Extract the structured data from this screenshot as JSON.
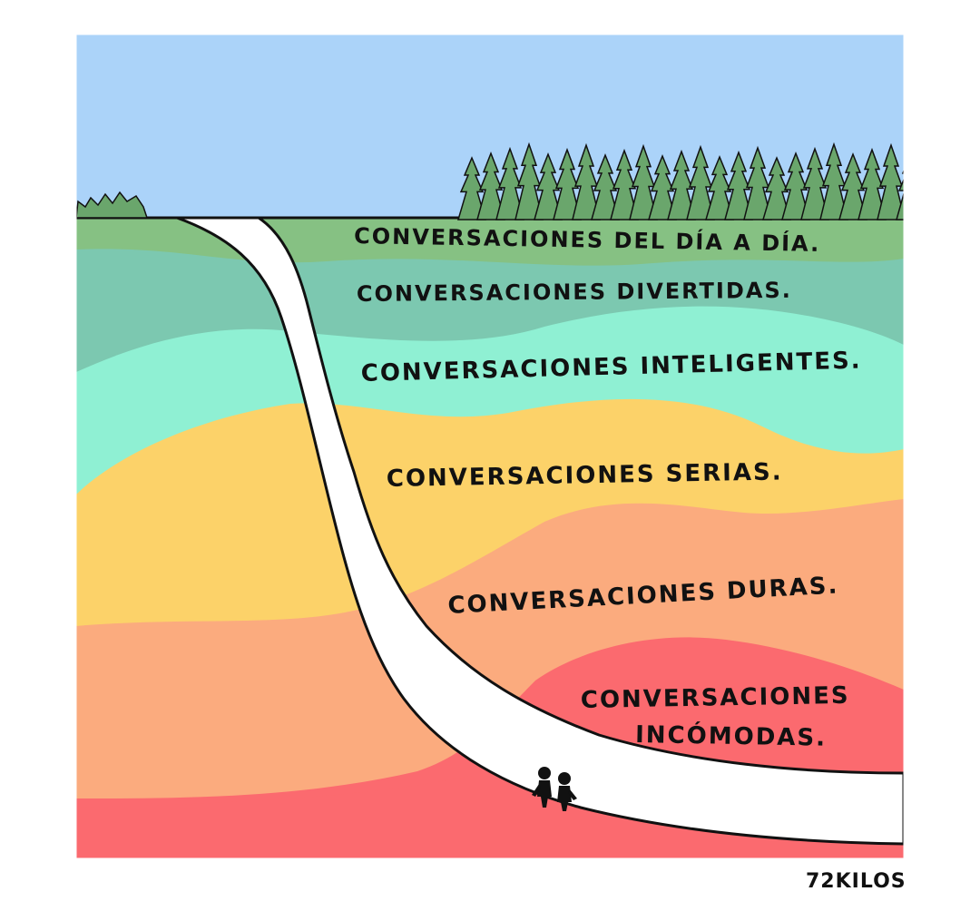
{
  "layers": {
    "day_to_day": "CONVERSACIONES DEL DÍA A DÍA.",
    "fun": "CONVERSACIONES DIVERTIDAS.",
    "smart": "CONVERSACIONES INTELIGENTES.",
    "serious": "CONVERSACIONES SERIAS.",
    "hard": "CONVERSACIONES DURAS.",
    "uncomfortable_line1": "CONVERSACIONES",
    "uncomfortable_line2": "INCÓMODAS."
  },
  "signature": "72KILOS",
  "colors": {
    "sky": "#abd3f9",
    "grass": "#86c183",
    "layer_teal": "#7cc8b0",
    "layer_aqua": "#8ff0d3",
    "layer_yellow": "#fcd269",
    "layer_orange": "#fbab7e",
    "layer_red": "#fb6a6f",
    "path": "#ffffff",
    "trees": "#6aa66c"
  }
}
